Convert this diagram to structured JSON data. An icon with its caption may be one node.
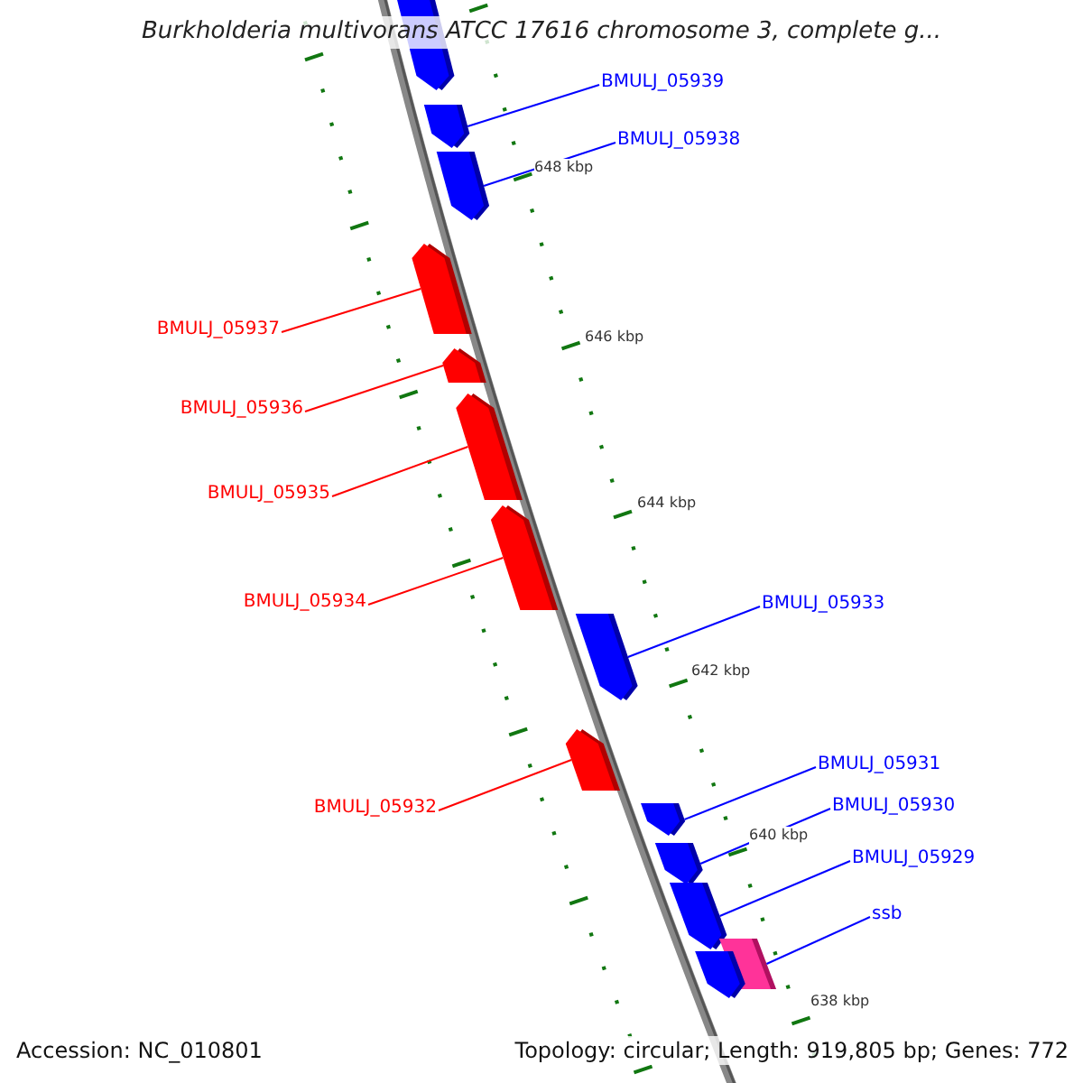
{
  "diagram": {
    "title": "Burkholderia multivorans ATCC 17616 chromosome 3, complete g...",
    "nodes": [
      {
        "text": [],
        "shape": "bar"
      },
      {
        "text": [],
        "shape": "bar"
      },
      {
        "text": [],
        "shape": "bar"
      },
      {
        "text": [],
        "shape": "bar"
      },
      {
        "text": [],
        "shape": "bar"
      },
      {
        "text": [],
        "shape": "bar"
      },
      {
        "text": [],
        "shape": "bar"
      },
      {
        "text": [],
        "shape": "bar"
      },
      {
        "text": [],
        "shape": "bar"
      },
      {
        "text": [],
        "shape": "bar"
      },
      {
        "text": [],
        "shape": "bar"
      },
      {
        "text": [],
        "shape": "bar"
      },
      {
        "text": [],
        "shape": "bar"
      },
      {
        "text": [],
        "shape": "bar"
      },
      {
        "text": [
          "BMULJ_05939"
        ]
      },
      {
        "text": [
          "BMULJ_05938"
        ]
      },
      {
        "text": [
          "BMULJ_05937"
        ]
      },
      {
        "text": [
          "BMULJ_05936"
        ]
      },
      {
        "text": [
          "BMULJ_05935"
        ]
      },
      {
        "text": [
          "BMULJ_05934"
        ]
      },
      {
        "text": [
          "BMULJ_05933"
        ]
      },
      {
        "text": [
          "BMULJ_05932"
        ]
      },
      {
        "text": [
          "BMULJ_05931"
        ]
      },
      {
        "text": [
          "BMULJ_05930"
        ]
      },
      {
        "text": [
          "BMULJ_05929"
        ]
      },
      {
        "text": [
          "ssb"
        ]
      }
    ],
    "edges": [
      {
        "from": 14,
        "to": 1,
        "arrow": "none"
      },
      {
        "from": 15,
        "to": 2,
        "arrow": "none"
      },
      {
        "from": 16,
        "to": 3,
        "arrow": "none",
        "color": "#ff0000"
      },
      {
        "from": 17,
        "to": 4,
        "arrow": "none",
        "color": "#ff0000"
      },
      {
        "from": 18,
        "to": 5,
        "arrow": "none",
        "color": "#ff0000"
      },
      {
        "from": 19,
        "to": 6,
        "arrow": "none",
        "color": "#ff0000"
      },
      {
        "from": 20,
        "to": 7,
        "arrow": "none"
      },
      {
        "from": 21,
        "to": 8,
        "arrow": "none",
        "color": "#ff0000"
      },
      {
        "from": 22,
        "to": 9,
        "arrow": "none"
      },
      {
        "from": 23,
        "to": 10,
        "arrow": "none"
      },
      {
        "from": 24,
        "to": 11,
        "arrow": "none"
      },
      {
        "from": 25,
        "to": 12,
        "arrow": "none"
      }
    ],
    "labels": [
      "648 kbp",
      "646 kbp",
      "644 kbp",
      "642 kbp",
      "640 kbp",
      "638 kbp",
      "Accession: NC_010801",
      "Topology: circular; Length: 919,805 bp; Genes: 772"
    ]
  }
}
